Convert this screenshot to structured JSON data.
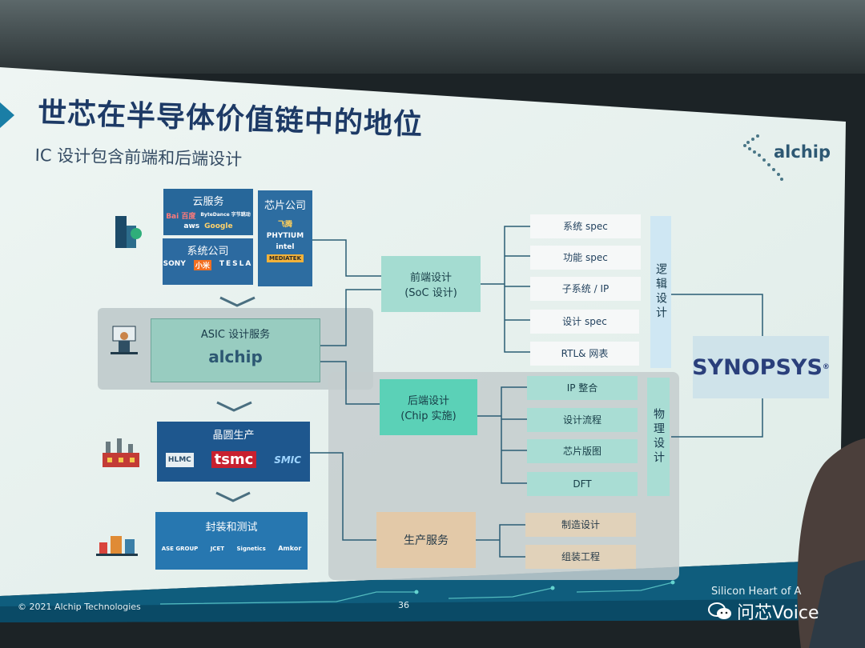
{
  "slide": {
    "title": "世芯在半导体价值链中的地位",
    "subtitle": "IC 设计包含前端和后端设计",
    "brand_logo": "alchip",
    "footer_left": "© 2021 Alchip Technologies",
    "page_number": "36",
    "footer_right": "Silicon Heart of A",
    "watermark": "问芯Voice"
  },
  "customers": {
    "cloud": {
      "label": "云服务",
      "logos": [
        "Bai 百度",
        "ByteDance 字节跳动",
        "aws",
        "Google"
      ]
    },
    "chip": {
      "label": "芯片公司",
      "logos": [
        "飞腾",
        "PHYTIUM",
        "intel",
        "MEDIATEK"
      ]
    },
    "system": {
      "label": "系统公司",
      "logos": [
        "SONY",
        "小米",
        "TESLA"
      ]
    }
  },
  "asic": {
    "label": "ASIC 设计服务",
    "logo": "alchip"
  },
  "foundry": {
    "label": "晶圆生产",
    "logos": [
      "HLMC",
      "tsmc",
      "SMIC"
    ]
  },
  "packaging": {
    "label": "封装和测试",
    "logos": [
      "ASE GROUP",
      "JCET",
      "Signetics",
      "Amkor"
    ]
  },
  "centers": {
    "frontend": {
      "line1": "前端设计",
      "line2": "(SoC 设计)"
    },
    "backend": {
      "line1": "后端设计",
      "line2": "(Chip 实施)"
    },
    "production": {
      "label": "生产服务"
    }
  },
  "frontend_tasks": [
    "系统 spec",
    "功能 spec",
    "子系统 / IP",
    "设计 spec",
    "RTL& 网表"
  ],
  "backend_tasks": [
    "IP 整合",
    "设计流程",
    "芯片版图",
    "DFT"
  ],
  "production_tasks": [
    "制造设计",
    "组装工程"
  ],
  "logic_design_label": "逻辑设计",
  "physical_design_label": "物理设计",
  "synopsys_label": "SYNOPSYS"
}
